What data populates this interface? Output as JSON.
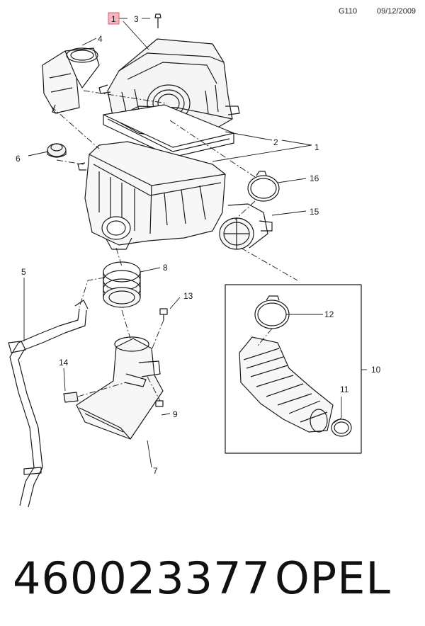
{
  "header": {
    "code": "G110",
    "date": "09/12/2009"
  },
  "callouts": {
    "c1_boxed": "1",
    "c1": "1",
    "c2": "2",
    "c3": "3",
    "c4": "4",
    "c5": "5",
    "c6": "6",
    "c7": "7",
    "c8": "8",
    "c9": "9",
    "c10": "10",
    "c11": "11",
    "c12": "12",
    "c13": "13",
    "c14": "14",
    "c15": "15",
    "c16": "16"
  },
  "footer": {
    "part_number": "460023377",
    "brand": "OPEL"
  },
  "colors": {
    "highlight_box": "#f4b5bf",
    "highlight_border": "#d9606f",
    "line": "#1a1a1a"
  }
}
